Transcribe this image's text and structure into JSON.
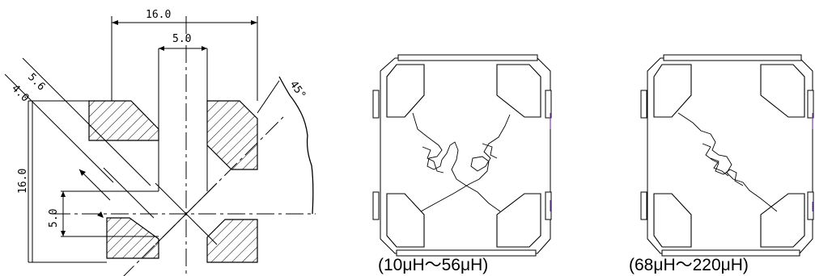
{
  "drawing": {
    "dim_top_width": "16.0",
    "dim_inner_width": "5.0",
    "dim_left_height": "16.0",
    "dim_inner_height": "5.0",
    "dim_diag_outer": "5.6",
    "dim_diag_inner": "4.0",
    "dim_angle": "45°"
  },
  "footprints": [
    {
      "caption": "(10μH～56μH)"
    },
    {
      "caption": "(68μH～220μH)"
    }
  ]
}
